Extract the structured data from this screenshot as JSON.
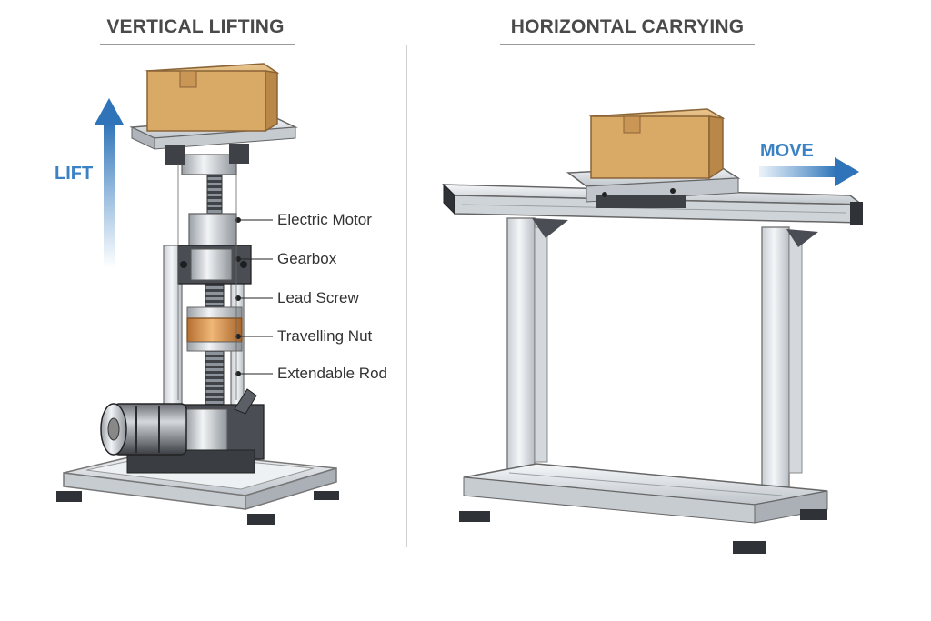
{
  "panels": {
    "left_title": "VERTICAL LIFTING",
    "right_title": "HORIZONTAL CARRYING"
  },
  "directions": {
    "lift": "LIFT",
    "move": "MOVE"
  },
  "callouts": [
    {
      "label": "Electric Motor"
    },
    {
      "label": "Gearbox"
    },
    {
      "label": "Lead Screw"
    },
    {
      "label": "Travelling Nut"
    },
    {
      "label": "Extendable Rod"
    }
  ],
  "colors": {
    "accent_blue": "#3b82c4",
    "box_cardboard": "#d9a966",
    "aluminum": "#dfe3e7",
    "dark_metal": "#4d5157",
    "bronze_nut": "#d08a45"
  }
}
